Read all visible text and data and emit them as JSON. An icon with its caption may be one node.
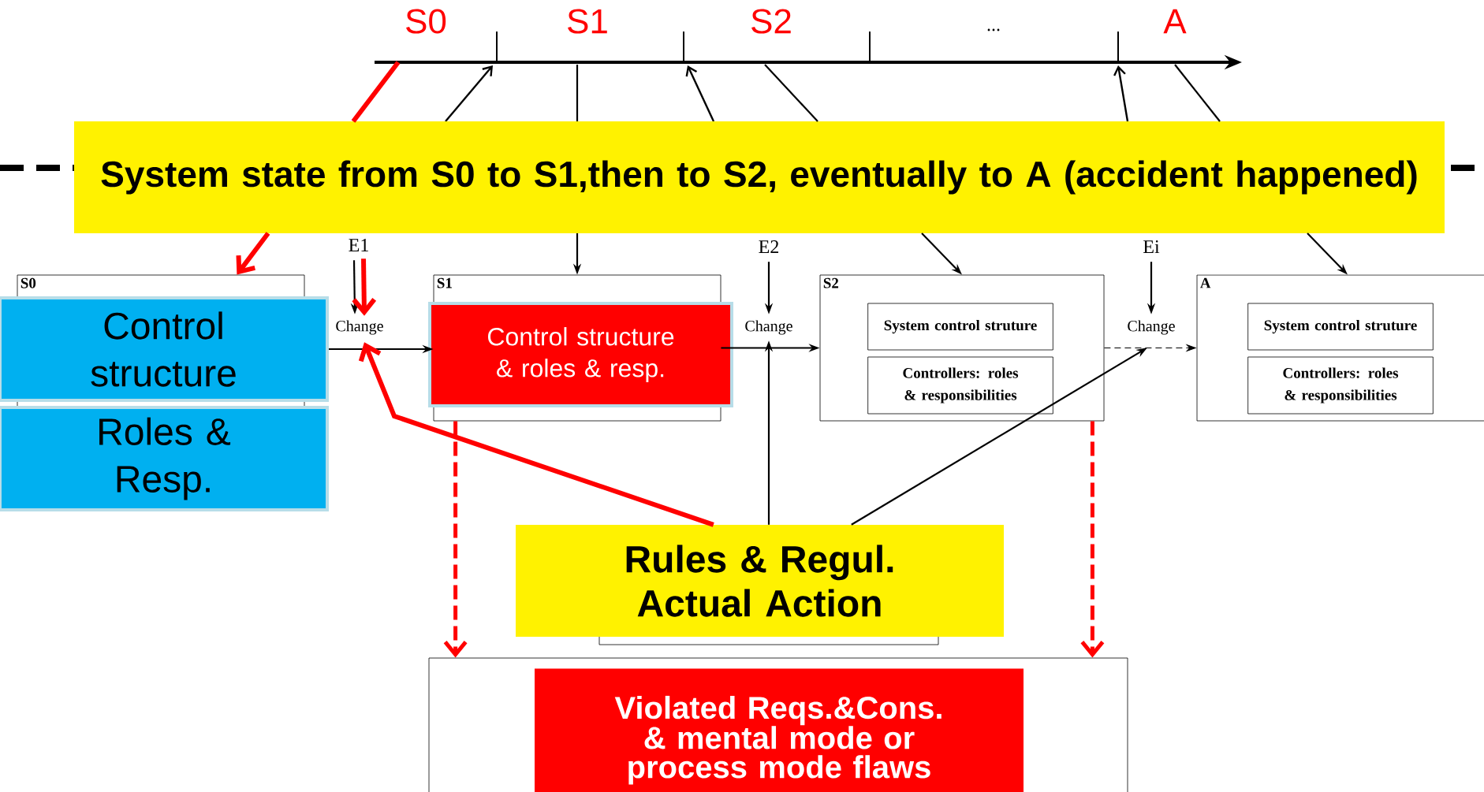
{
  "diagram": {
    "nodes": [
      {
        "text": [
          "System state from S0 to S1,then to S2, eventually to A (accident happened)"
        ]
      },
      {
        "text": [
          "S0"
        ]
      },
      {
        "text": [
          "Control structure"
        ]
      },
      {
        "text": [
          "Roles & Resp."
        ]
      },
      {
        "text": [
          "Change"
        ]
      },
      {
        "text": [
          "S1"
        ]
      },
      {
        "text": [
          "Control structure & roles & resp."
        ],
        "in": 5
      },
      {
        "text": [
          "E1"
        ]
      },
      {
        "text": [
          "E2"
        ]
      },
      {
        "text": [
          "Change"
        ]
      },
      {
        "text": [
          "S2"
        ]
      },
      {
        "text": [
          "System control struture"
        ],
        "in": 10
      },
      {
        "text": [
          "Controllers: roles & responsibilities"
        ],
        "in": 10
      },
      {
        "text": [
          "Ei"
        ]
      },
      {
        "text": [
          "Change"
        ]
      },
      {
        "text": [
          "A"
        ]
      },
      {
        "text": [
          "System control struture"
        ],
        "in": 15
      },
      {
        "text": [
          "Controllers: roles & responsibilities"
        ],
        "in": 15
      },
      {
        "text": [
          "Rules & Regul. Actual Action"
        ]
      },
      {
        "text": [],
        "shape": "box"
      },
      {
        "text": [
          "Violated Reqs.&Cons. & mental mode or process mode flaws"
        ],
        "in": 19
      }
    ],
    "edges": [
      {
        "from": null,
        "to": 1,
        "arrow": "to",
        "style": "thick",
        "color": "#ff0000"
      },
      {
        "from": null,
        "to": 5,
        "arrow": "to"
      },
      {
        "from": null,
        "to": 10,
        "arrow": "to"
      },
      {
        "from": null,
        "to": 15,
        "arrow": "to"
      },
      {
        "from": 7,
        "to": 4,
        "arrow": "to"
      },
      {
        "from": 7,
        "to": 4,
        "arrow": "to",
        "style": "thick",
        "color": "#ff0000"
      },
      {
        "from": 2,
        "to": 5,
        "arrow": "to"
      },
      {
        "from": 18,
        "to": 4,
        "arrow": "to",
        "style": "thick",
        "color": "#ff0000"
      },
      {
        "from": 8,
        "to": 9,
        "arrow": "to"
      },
      {
        "from": 5,
        "to": 10,
        "arrow": "to"
      },
      {
        "from": 18,
        "to": 9,
        "arrow": "to"
      },
      {
        "from": 18,
        "to": 14,
        "arrow": "to"
      },
      {
        "from": 13,
        "to": 14,
        "arrow": "to"
      },
      {
        "from": 10,
        "to": 15,
        "arrow": "to",
        "style": "dashed"
      },
      {
        "from": 5,
        "to": 19,
        "arrow": "to",
        "style": "dashed",
        "color": "#ff0000"
      },
      {
        "from": 10,
        "to": 19,
        "arrow": "to",
        "style": "dashed",
        "color": "#ff0000"
      }
    ],
    "labels": [
      "S0",
      "S1",
      "S2",
      "...",
      "A"
    ]
  }
}
